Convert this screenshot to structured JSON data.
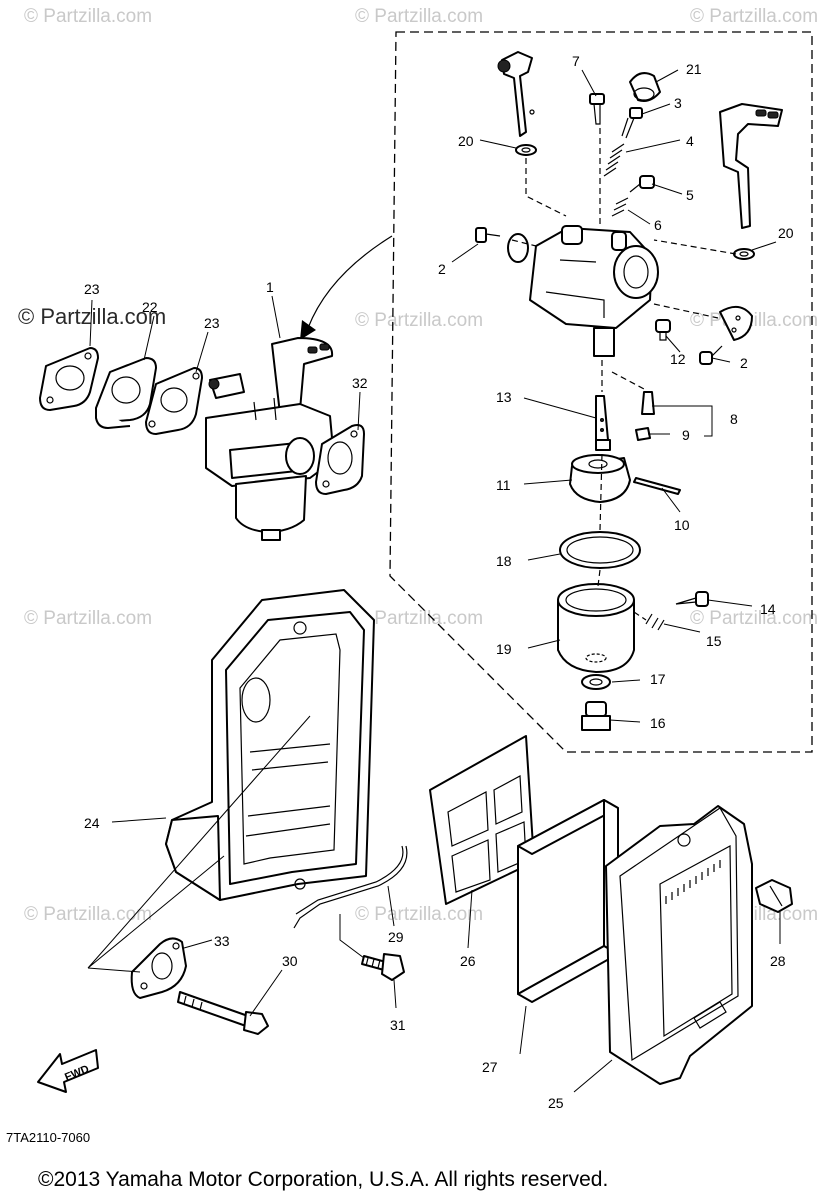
{
  "watermark": "© Partzilla.com",
  "document_code": "7TA2110-7060",
  "copyright": "©2013 Yamaha Motor Corporation, U.S.A. All rights reserved.",
  "direction_badge": "FWD",
  "callouts": {
    "p1": "1",
    "p2a": "2",
    "p2b": "2",
    "p3": "3",
    "p4": "4",
    "p5": "5",
    "p6": "6",
    "p7": "7",
    "p8": "8",
    "p9": "9",
    "p10": "10",
    "p11": "11",
    "p12": "12",
    "p13": "13",
    "p14": "14",
    "p15": "15",
    "p16": "16",
    "p17": "17",
    "p18": "18",
    "p19": "19",
    "p20a": "20",
    "p20b": "20",
    "p21": "21",
    "p22": "22",
    "p23a": "23",
    "p23b": "23",
    "p24": "24",
    "p25": "25",
    "p26": "26",
    "p27": "27",
    "p28": "28",
    "p29": "29",
    "p30": "30",
    "p31": "31",
    "p32": "32",
    "p33": "33"
  }
}
